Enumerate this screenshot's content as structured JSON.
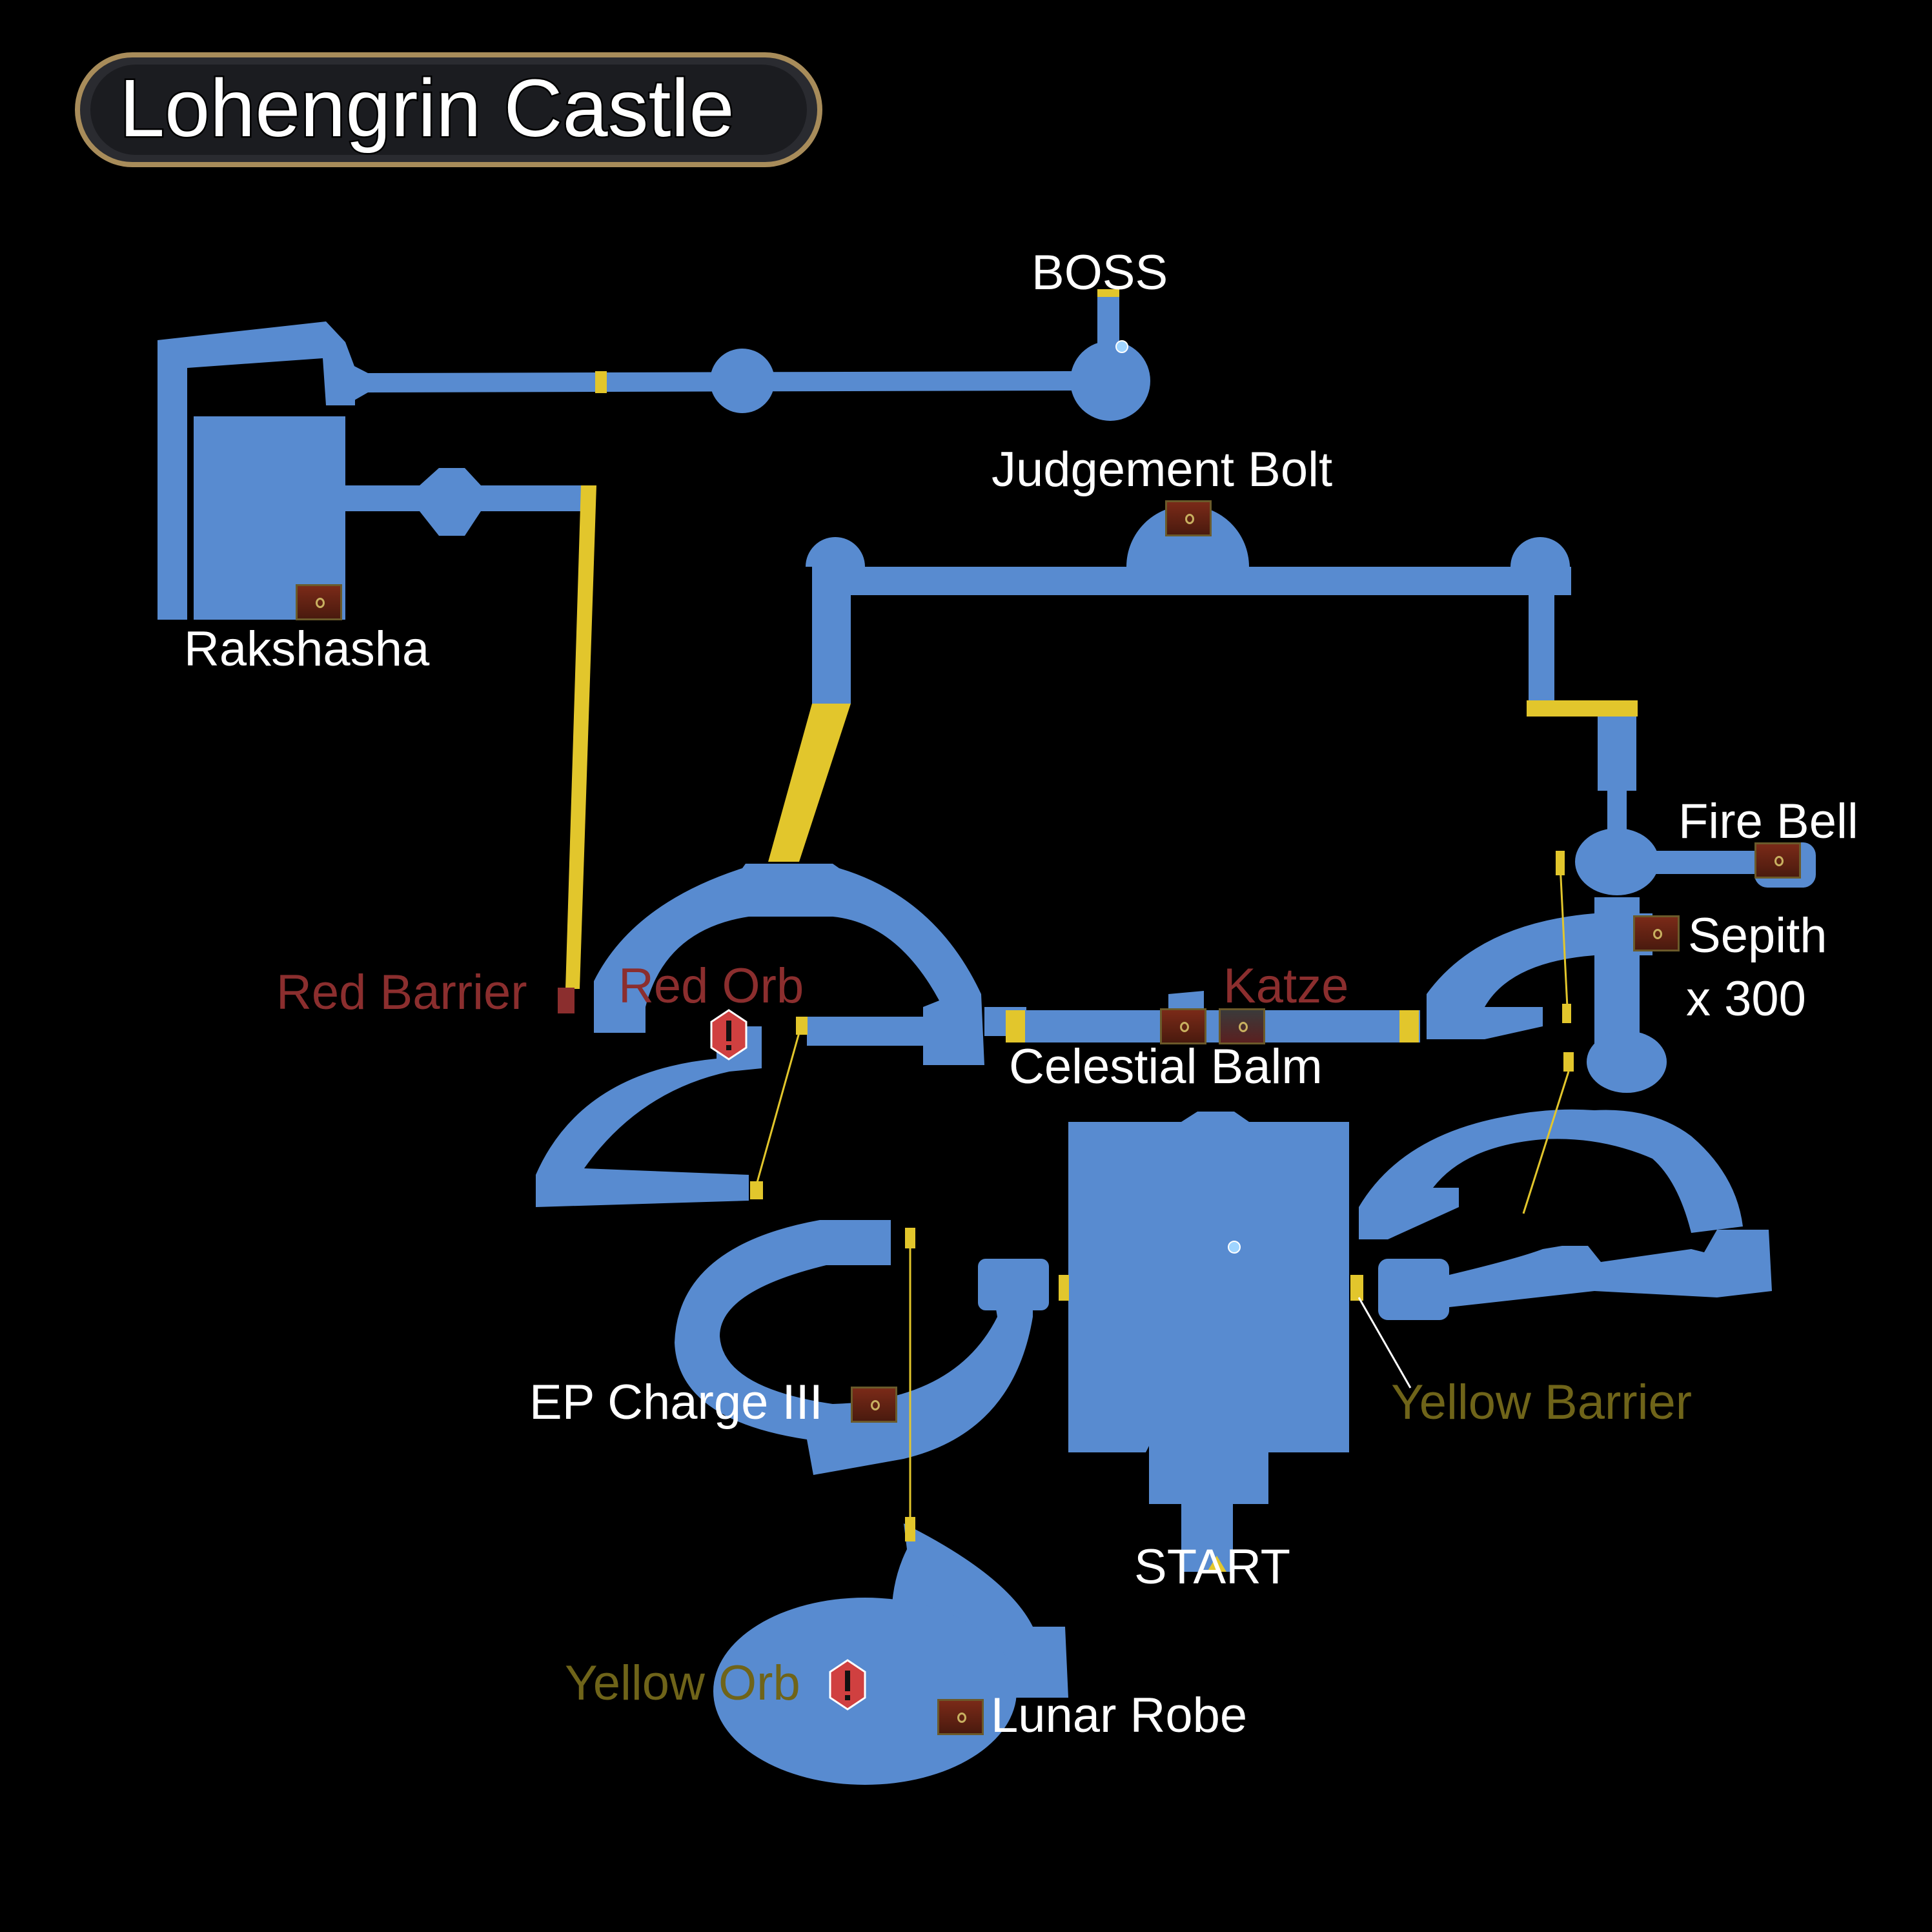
{
  "title": "Lohengrin Castle",
  "colors": {
    "floor": "#588bd0",
    "floor_dark": "#4670aa",
    "door": "#e2c62c",
    "red": "#8b2e2e",
    "yellow_text": "#6f6419"
  },
  "labels": {
    "boss": "BOSS",
    "judgement_bolt": "Judgement Bolt",
    "rakshasha": "Rakshasha",
    "fire_bell": "Fire Bell",
    "sepith": "Sepith",
    "sepith_qty": "x 300",
    "red_barrier": "Red Barrier",
    "red_orb": "Red Orb",
    "katze": "Katze",
    "celestial_balm": "Celestial Balm",
    "ep_charge": "EP Charge III",
    "yellow_barrier": "Yellow Barrier",
    "start": "START",
    "yellow_orb": "Yellow Orb",
    "lunar_robe": "Lunar Robe"
  },
  "icons": [
    "treasure-chest-icon",
    "orb-warning-icon",
    "save-point-icon"
  ]
}
